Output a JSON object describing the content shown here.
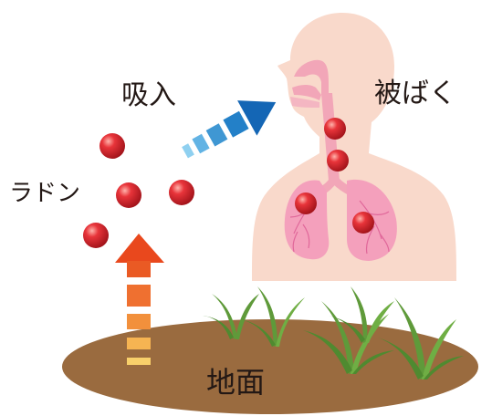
{
  "labels": {
    "inhale": "吸入",
    "exposure": "被ばく",
    "radon": "ラドン",
    "ground": "地面"
  },
  "colors": {
    "skin": "#f9d9cb",
    "lung": "#f4a0bc",
    "airway": "#f2a6b8",
    "particle": "#d8262c",
    "soil": "#9a6b3f",
    "grass": "#5f9a3a",
    "arrow_blue": "#1573c0",
    "arrow_light_blue": "#7fc4ea",
    "arrow_orange": "#e9561f",
    "arrow_yellow": "#f5c45e",
    "text": "#231815"
  },
  "icons": {
    "person": "human-torso-icon",
    "particle": "radon-particle-icon",
    "arrow_up": "dashed-up-arrow-icon",
    "arrow_inhale": "dashed-diagonal-arrow-icon",
    "grass": "grass-tuft-icon"
  }
}
